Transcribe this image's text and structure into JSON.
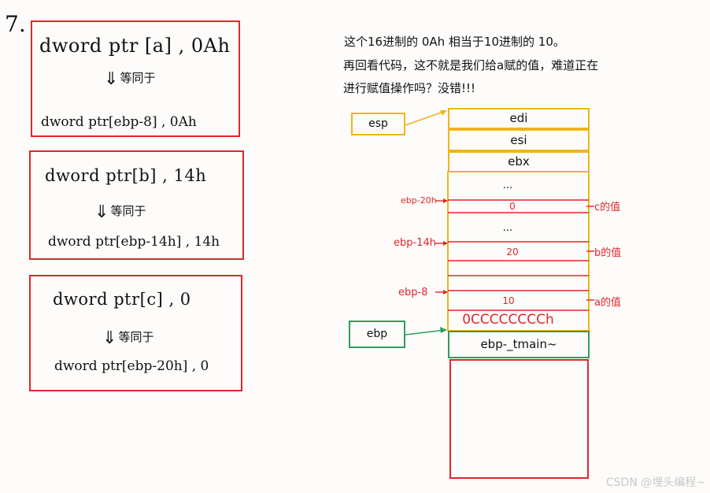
{
  "number": "7.",
  "boxes": [
    {
      "line1": "dword  ptr [a] , 0Ah",
      "equiv": "等同于",
      "line2": "dword  ptr[ebp-8] , 0Ah"
    },
    {
      "line1": "dword  ptr[b] , 14h",
      "equiv": "等同于",
      "line2": "dword  ptr[ebp-14h] , 14h"
    },
    {
      "line1": "dword  ptr[c] , 0",
      "equiv": "等同于",
      "line2": "dword  ptr[ebp-20h] , 0"
    }
  ],
  "notes": [
    "这个16进制的 0Ah 相当于10进制的 10。",
    "再回看代码，这不就是我们给a赋的值，难道正在",
    "进行赋值操作吗？没错!!!"
  ],
  "stack": {
    "cells": [
      "edi",
      "esi",
      "ebx",
      "...",
      "0",
      "...",
      "20",
      "",
      "10",
      "0CCCCCCCCh",
      "ebp-_tmain~"
    ],
    "esp_label": "esp",
    "ebp_label": "ebp",
    "pointers": [
      "ebp-20h",
      "ebp-14h",
      "ebp-8"
    ],
    "value_labels": [
      "c的值",
      "b的值",
      "a的值"
    ]
  },
  "colors": {
    "red": "#e0262b",
    "yellow": "#f0b41c",
    "green": "#2e9e5a"
  },
  "watermark": "CSDN @埋头编程~"
}
